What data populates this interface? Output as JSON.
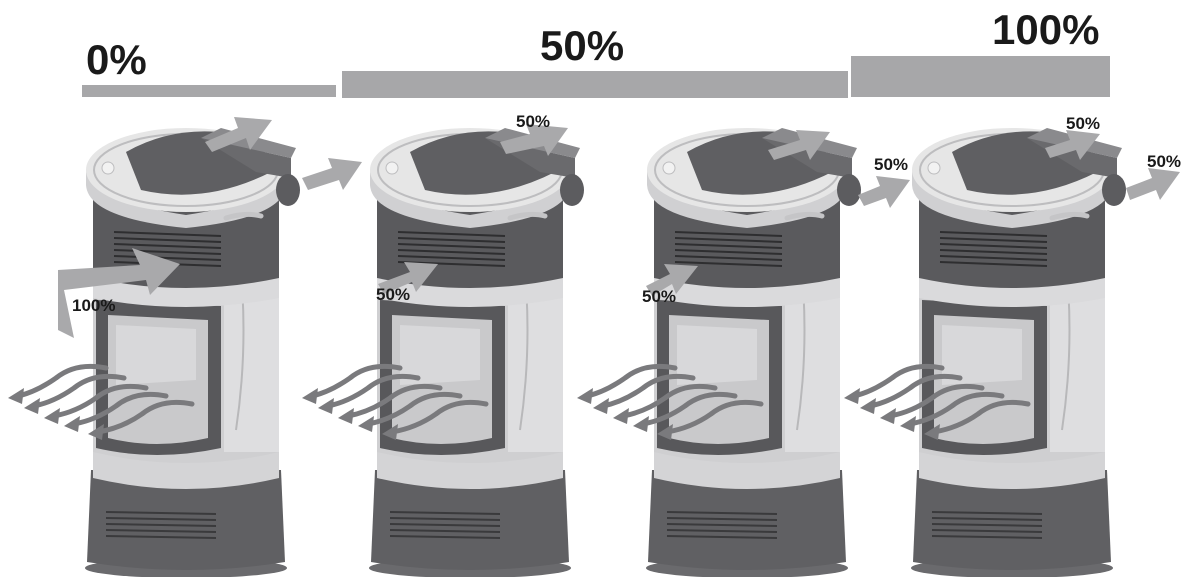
{
  "levels": {
    "zero": "0%",
    "half": "50%",
    "full": "100%"
  },
  "stoves": [
    {
      "front": "100%",
      "top": "",
      "rear": ""
    },
    {
      "front": "50%",
      "top": "50%",
      "rear": ""
    },
    {
      "front": "50%",
      "top": "",
      "rear": "50%"
    },
    {
      "front": "",
      "top": "50%",
      "rear": "50%"
    }
  ],
  "colors": {
    "band": "#a7a7a9",
    "arrow": "#a9a9ab",
    "body_light": "#d9d9db",
    "body_dark": "#555558",
    "top_plate": "#e6e6e6"
  },
  "icons": {
    "stove": "stove-icon",
    "airflow_arrow": "airflow-arrow-icon",
    "heat_waves": "heat-wave-icon"
  }
}
